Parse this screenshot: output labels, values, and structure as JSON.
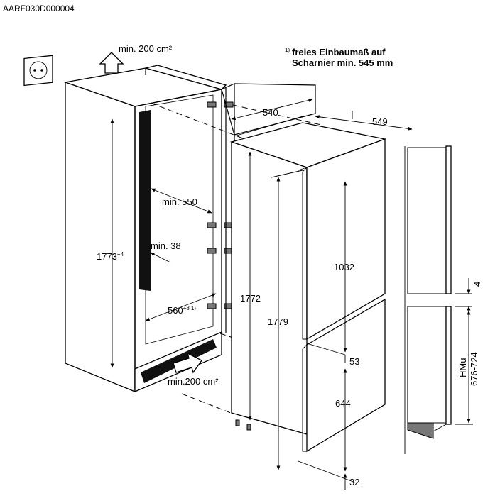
{
  "diagram": {
    "doc_code": "AARF030D000004",
    "note": {
      "marker": "1)",
      "line1": "freies Einbaumaß auf",
      "line2": "Scharnier min. 545 mm"
    },
    "labels": {
      "vent_top": "min. 200 cm²",
      "vent_bottom": "min.200 cm²",
      "depth_niche": "min. 550",
      "gap": "min. 38",
      "niche_height": "1773",
      "niche_height_tol": "+4",
      "niche_width": "560",
      "niche_width_tol": "+8",
      "niche_width_ref": "1)",
      "appliance_width": "540",
      "appliance_depth": "549",
      "appliance_height": "1772",
      "door_total_height": "1779",
      "upper_door": "1032",
      "door_gap": "53",
      "lower_door": "644",
      "bottom_offset": "32",
      "furniture_gap": "4",
      "hmu_label": "HMu",
      "hmu_range": "676-724"
    }
  }
}
